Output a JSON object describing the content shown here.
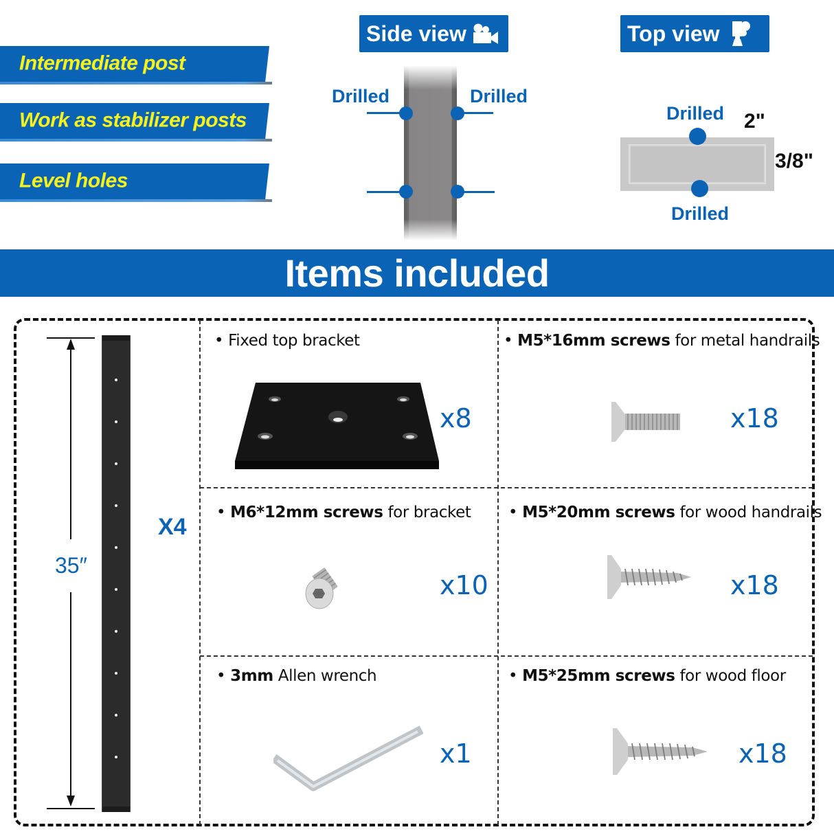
{
  "features": [
    {
      "label": "Intermediate post"
    },
    {
      "label": "Work as stabilizer posts"
    },
    {
      "label": "Level holes"
    }
  ],
  "side_view": {
    "title": "Side view",
    "icon": "video-camera-icon",
    "labels": {
      "left": "Drilled",
      "right": "Drilled"
    }
  },
  "top_view": {
    "title": "Top view",
    "icon": "overhead-camera-icon",
    "labels": {
      "top": "Drilled",
      "bottom": "Drilled"
    },
    "width_dim": "2\"",
    "thickness_dim": "3/8\""
  },
  "items_header": "Items included",
  "post": {
    "length": "35″",
    "quantity": "X4"
  },
  "items": [
    {
      "bold": "",
      "text": "Fixed top bracket",
      "qty": "x8",
      "image": "bracket-plate"
    },
    {
      "bold": "M5*16mm screws",
      "text": " for metal handrails",
      "qty": "x18",
      "image": "machine-screw"
    },
    {
      "bold": "M6*12mm screws",
      "text": " for bracket",
      "qty": "x10",
      "image": "hex-screw"
    },
    {
      "bold": "M5*20mm screws",
      "text": " for wood handrails",
      "qty": "x18",
      "image": "wood-screw"
    },
    {
      "bold": "3mm",
      "text": " Allen wrench",
      "qty": "x1",
      "image": "allen-wrench"
    },
    {
      "bold": "M5*25mm screws",
      "text": " for wood floor",
      "qty": "x18",
      "image": "wood-screw"
    }
  ],
  "bullet": "•",
  "colors": {
    "brand_blue": "#0a63b4",
    "banner_text_yellow": "#f7f21c",
    "post_black": "#2b2b2b"
  }
}
